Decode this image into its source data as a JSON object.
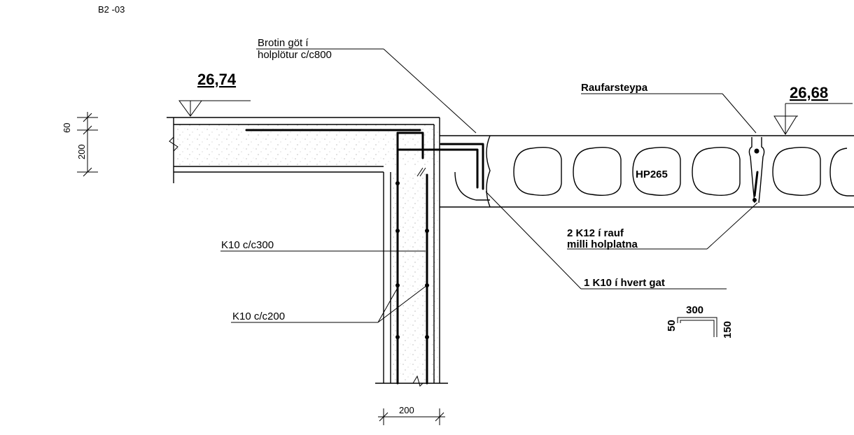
{
  "drawing_ref": "B2 -03",
  "level_left": "26,74",
  "level_right": "26,68",
  "dimensions": {
    "slab_top": "60",
    "slab_depth": "200",
    "wall_width": "200",
    "hook_length": "300",
    "hook_leg_left": "50",
    "hook_leg_right": "150"
  },
  "labels": {
    "holes_line1": "Brotin göt í",
    "holes_line2": "holplötur c/c800",
    "grout": "Raufarsteypa",
    "slab_type": "HP265",
    "bar_slot_line1": "2 K12 í rauf",
    "bar_slot_line2": "milli holplatna",
    "bar_hole": "1 K10 í hvert gat",
    "wall_bar_300": "K10 c/c300",
    "wall_bar_200": "K10 c/c200"
  }
}
